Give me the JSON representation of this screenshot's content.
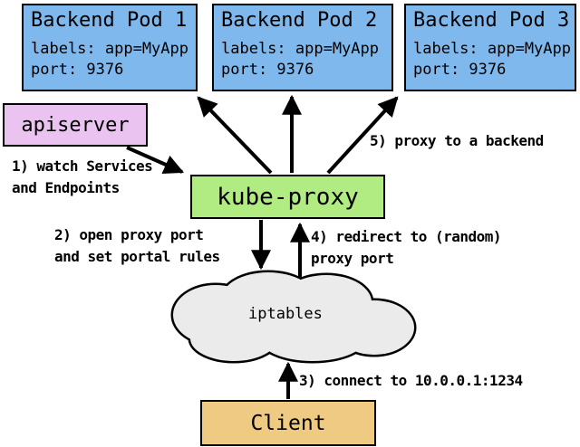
{
  "diagram": {
    "title_semantic": "kube-proxy userspace proxy flow",
    "colors": {
      "background": "#FFFFFF",
      "pod_fill": "#7FB8EC",
      "apiserver_fill": "#EAC3F0",
      "kubeproxy_fill": "#B0EC82",
      "client_fill": "#EFCA82",
      "cloud_fill": "#EBEBEB",
      "line_and_text": "#000000"
    },
    "pods": [
      {
        "title": "Backend Pod 1",
        "labels_line": "labels: app=MyApp",
        "port_line": "port: 9376"
      },
      {
        "title": "Backend Pod 2",
        "labels_line": "labels: app=MyApp",
        "port_line": "port: 9376"
      },
      {
        "title": "Backend Pod 3",
        "labels_line": "labels: app=MyApp",
        "port_line": "port: 9376"
      }
    ],
    "apiserver_label": "apiserver",
    "kubeproxy_label": "kube-proxy",
    "iptables_label": "iptables",
    "client_label": "Client",
    "annotations": [
      {
        "step": "1",
        "lines": [
          "1) watch Services",
          "and Endpoints"
        ]
      },
      {
        "step": "2",
        "lines": [
          "2) open proxy port",
          "and set portal rules"
        ]
      },
      {
        "step": "3",
        "lines": [
          "3) connect to 10.0.0.1:1234"
        ]
      },
      {
        "step": "4",
        "lines": [
          "4) redirect to (random)",
          "proxy port"
        ]
      },
      {
        "step": "5",
        "lines": [
          "5) proxy to a backend"
        ]
      }
    ]
  }
}
